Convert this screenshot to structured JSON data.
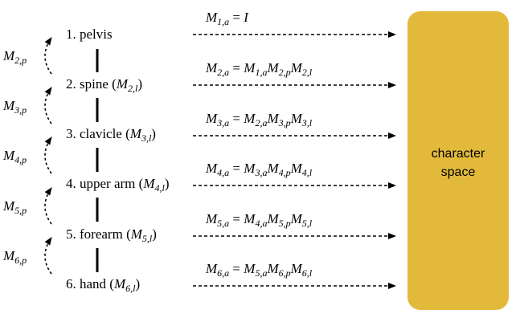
{
  "joints": [
    {
      "label": "1. pelvis",
      "local": ""
    },
    {
      "label": "2. spine",
      "local": "M2,l"
    },
    {
      "label": "3. clavicle",
      "local": "M3,l"
    },
    {
      "label": "4. upper arm",
      "local": "M4,l"
    },
    {
      "label": "5. forearm",
      "local": "M5,l"
    },
    {
      "label": "6. hand",
      "local": "M6,l"
    }
  ],
  "parent_transforms": [
    {
      "base": "M",
      "sub": "2,p"
    },
    {
      "base": "M",
      "sub": "3,p"
    },
    {
      "base": "M",
      "sub": "4,p"
    },
    {
      "base": "M",
      "sub": "5,p"
    },
    {
      "base": "M",
      "sub": "6,p"
    }
  ],
  "equations": [
    {
      "text": "M1,a = I"
    },
    {
      "text": "M2,a = M1,aM2,pM2,l"
    },
    {
      "text": "M3,a = M2,aM3,pM3,l"
    },
    {
      "text": "M4,a = M3,aM4,pM4,l"
    },
    {
      "text": "M5,a = M4,aM5,pM5,l"
    },
    {
      "text": "M6,a = M5,aM6,pM6,l"
    }
  ],
  "target": {
    "line1": "character",
    "line2": "space"
  },
  "colors": {
    "target_fill": "#E2B93B",
    "ink": "#000000"
  }
}
